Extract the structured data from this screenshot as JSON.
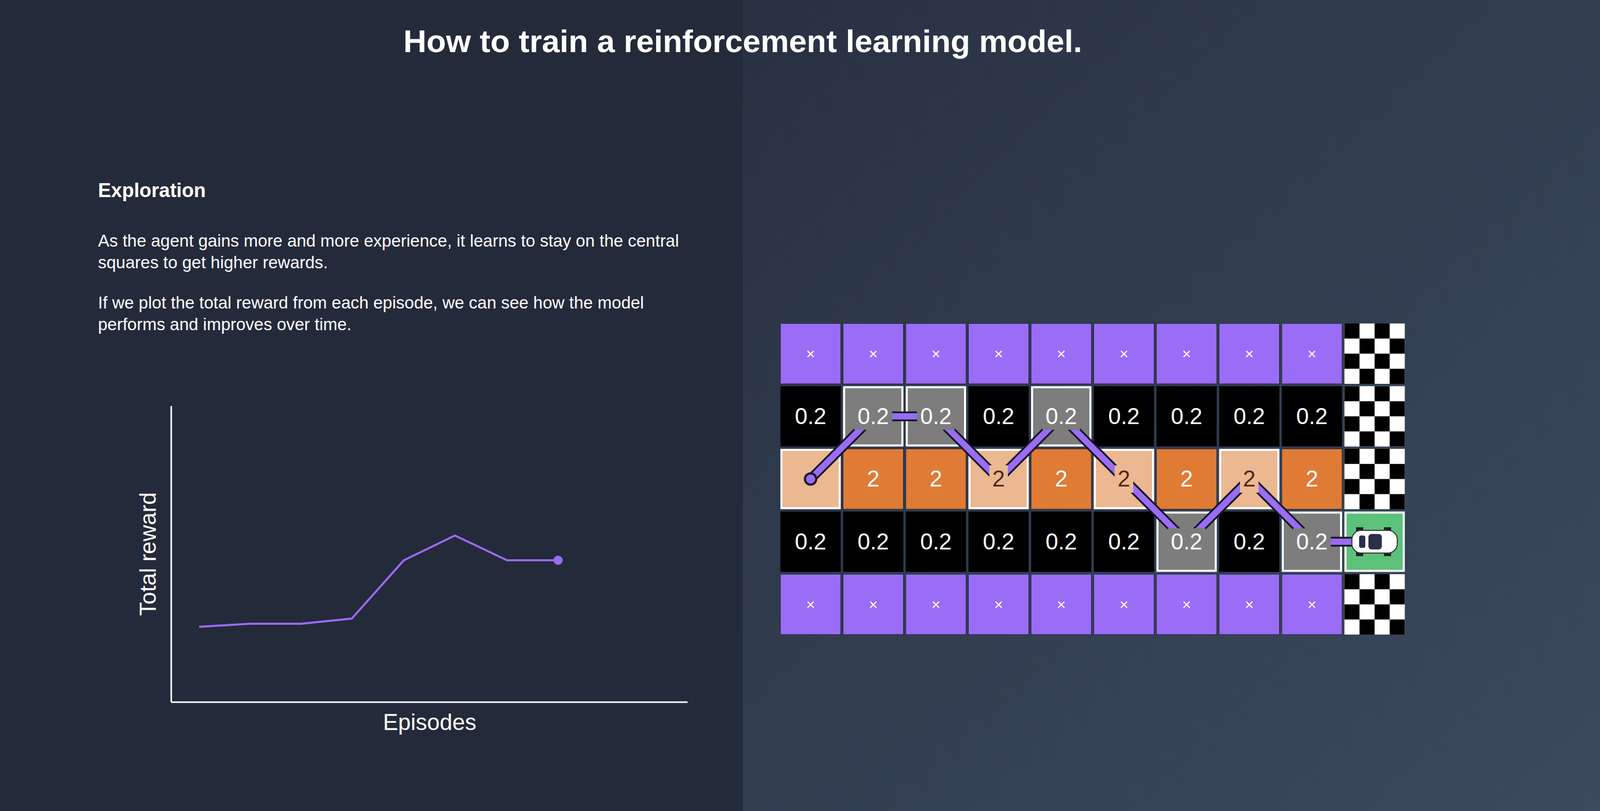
{
  "diagram": {
    "title": "How to train a reinforcement learning model.",
    "labels": [
      "Exploration",
      "As the agent gains more and more experience, it learns to stay on the central squares to get higher rewards.",
      "If we plot the total reward from each episode, we can see how the model performs and improves over time.",
      "Total reward",
      "Episodes",
      "×",
      "×",
      "×",
      "×",
      "×",
      "×",
      "×",
      "×",
      "×",
      "0.2",
      "0.2",
      "0.2",
      "0.2",
      "0.2",
      "0.2",
      "0.2",
      "0.2",
      "0.2",
      "2",
      "2",
      "2",
      "2",
      "2",
      "2",
      "2",
      "2",
      "0.2",
      "0.2",
      "0.2",
      "0.2",
      "0.2",
      "0.2",
      "0.2",
      "0.2",
      "0.2",
      "×",
      "×",
      "×",
      "×",
      "×",
      "×",
      "×",
      "×",
      "×"
    ]
  }
}
